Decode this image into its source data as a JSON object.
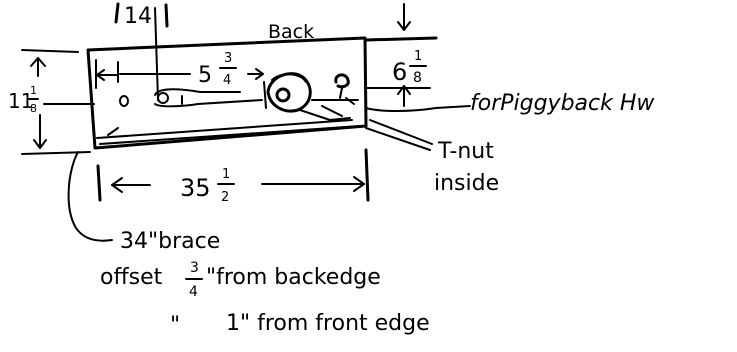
{
  "labels": {
    "top_dim": "14",
    "back": "Back",
    "right_dim": {
      "whole": "6",
      "num": "1",
      "den": "8"
    },
    "left_dim": {
      "whole": "11",
      "num": "1",
      "den": "8"
    },
    "mid_dim": {
      "whole": "5",
      "num": "3",
      "den": "4"
    },
    "piggyback": "forPiggyback Hw",
    "tnut_line1": "T-nut",
    "tnut_line2": "inside",
    "bottom_dim": {
      "whole": "35",
      "num": "1",
      "den": "2"
    },
    "note_brace": "34\"brace",
    "note_offset_prefix": "offset",
    "note_offset_frac": {
      "num": "3",
      "den": "4"
    },
    "note_offset_suffix": "\"from backedge",
    "note_front_ditto": "\"",
    "note_front": "1\" from front edge"
  }
}
